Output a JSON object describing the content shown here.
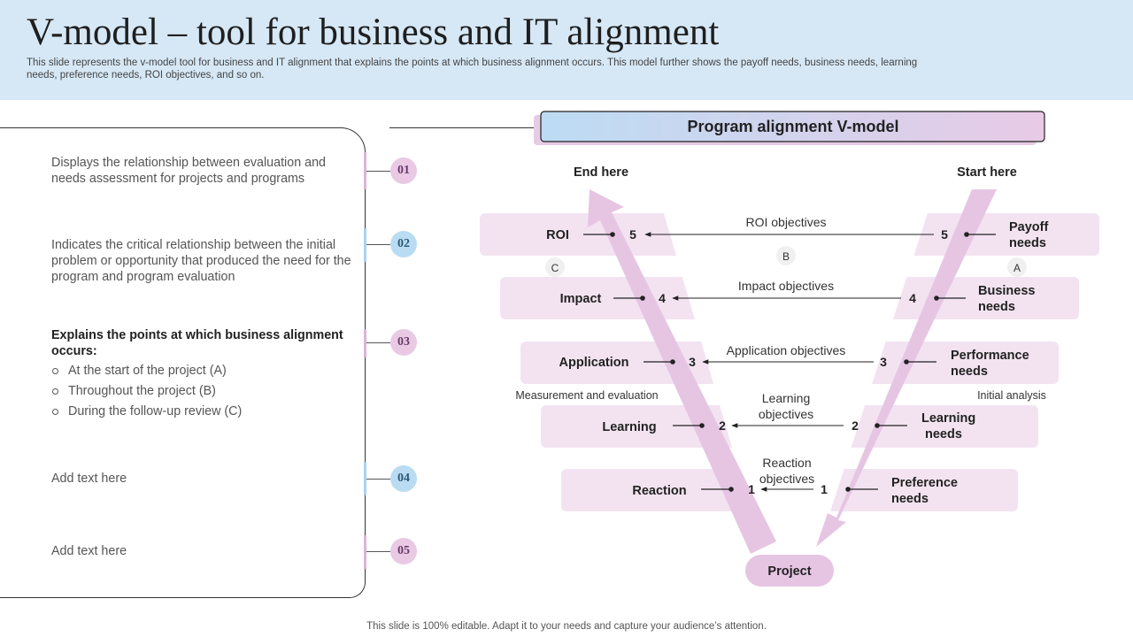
{
  "header": {
    "title": "V-model – tool for business and IT alignment",
    "subtitle": "This slide represents the v-model tool for business and IT alignment that explains the points at which business alignment occurs. This model further shows the payoff needs, business needs, learning needs, preference needs, ROI objectives, and so on."
  },
  "left_panel": {
    "items": [
      {
        "number": "01",
        "text": "Displays the relationship between evaluation and needs assessment for projects and programs"
      },
      {
        "number": "02",
        "text": "Indicates the critical relationship between the initial problem or opportunity that produced the need for the program and program evaluation"
      },
      {
        "number": "03",
        "heading": "Explains the points at which business alignment occurs:",
        "bullets": [
          "At the start of the project (A)",
          "Throughout the project (B)",
          "During the follow-up review (C)"
        ]
      },
      {
        "number": "04",
        "text": "Add text here"
      },
      {
        "number": "05",
        "text": "Add text here"
      }
    ]
  },
  "diagram": {
    "title": "Program alignment V-model",
    "end_label": "End here",
    "start_label": "Start here",
    "left_caption": "Measurement and evaluation",
    "right_caption": "Initial analysis",
    "bottom_label": "Project",
    "markers": {
      "a": "A",
      "b": "B",
      "c": "C"
    },
    "rows": [
      {
        "left": "ROI",
        "left_num": "5",
        "objective": "ROI objectives",
        "right_num": "5",
        "right": "Payoff needs"
      },
      {
        "left": "Impact",
        "left_num": "4",
        "objective": "Impact objectives",
        "right_num": "4",
        "right": "Business needs"
      },
      {
        "left": "Application",
        "left_num": "3",
        "objective": "Application objectives",
        "right_num": "3",
        "right": "Performance needs"
      },
      {
        "left": "Learning",
        "left_num": "2",
        "objective": "Learning objectives",
        "right_num": "2",
        "right": "Learning needs"
      },
      {
        "left": "Reaction",
        "left_num": "1",
        "objective": "Reaction objectives",
        "right_num": "1",
        "right": "Preference needs"
      }
    ]
  },
  "footer": {
    "text": "This slide is 100% editable. Adapt it to your needs and capture your audience’s attention."
  },
  "colors": {
    "header_bg": "#d6e8f6",
    "row_bg": "#f3e3f1",
    "arrow": "#e6c5e3",
    "pink_circle": "#e9c9e4",
    "blue_circle": "#b9dcf3"
  }
}
